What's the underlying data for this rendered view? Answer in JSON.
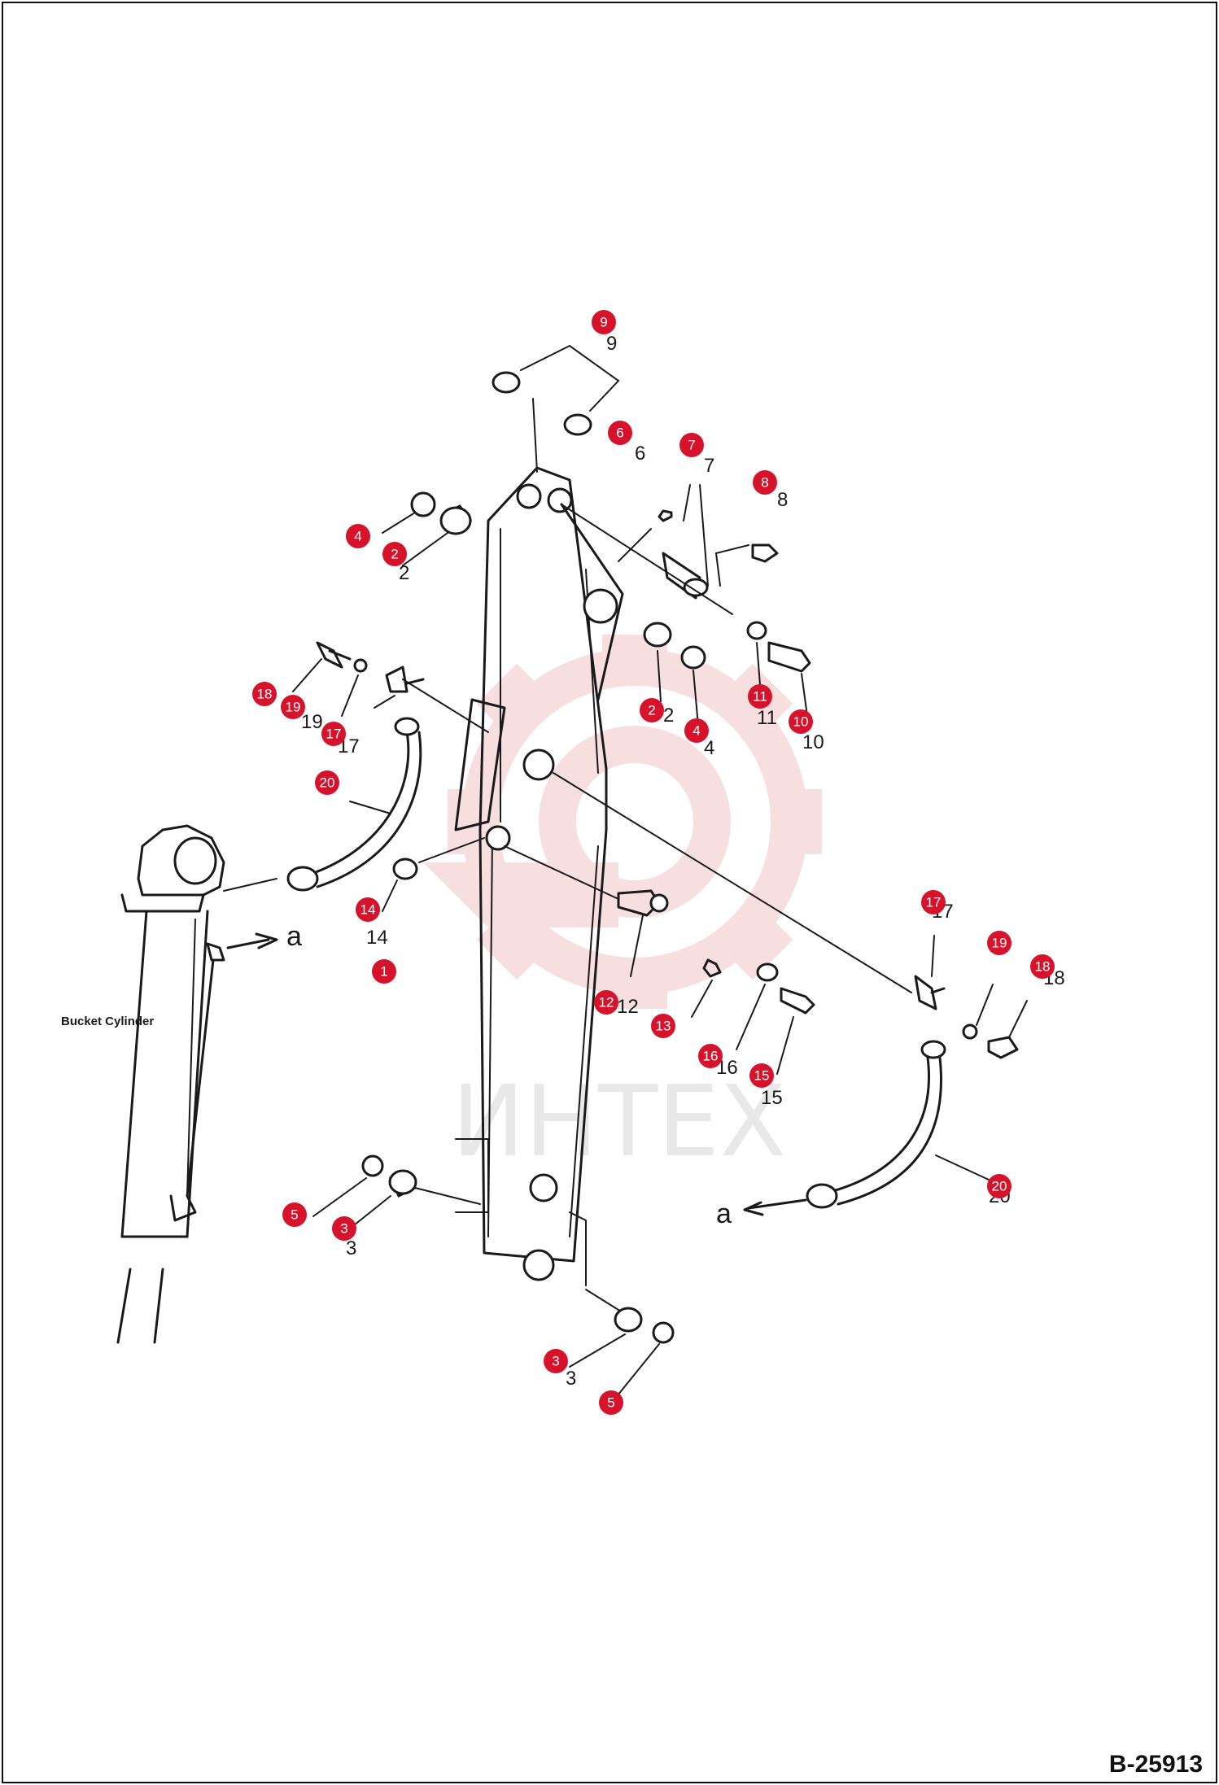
{
  "document": {
    "code": "B-25913"
  },
  "watermark": {
    "text": "ИНТЕХ",
    "color": "#f3c6c6"
  },
  "labels": {
    "bucket_cylinder": "Bucket Cylinder",
    "arrow_left": "a",
    "arrow_right": "a"
  },
  "badge_color": "#d7132b",
  "callouts": [
    {
      "id": "9",
      "printed": "9"
    },
    {
      "id": "6",
      "printed": "6"
    },
    {
      "id": "7",
      "printed": "7"
    },
    {
      "id": "8",
      "printed": "8"
    },
    {
      "id": "4a",
      "printed": "4",
      "label": "4"
    },
    {
      "id": "2a",
      "printed": "2",
      "label": "2"
    },
    {
      "id": "2b",
      "printed": "2",
      "label": "2"
    },
    {
      "id": "4b",
      "printed": "4",
      "label": "4"
    },
    {
      "id": "11",
      "printed": "11",
      "label": "11"
    },
    {
      "id": "10",
      "printed": "10",
      "label": "10"
    },
    {
      "id": "18a",
      "printed": "18",
      "label": "18"
    },
    {
      "id": "19a",
      "printed": "19",
      "label": "19"
    },
    {
      "id": "17a",
      "printed": "17",
      "label": "17"
    },
    {
      "id": "20a",
      "printed": "20",
      "label": "20"
    },
    {
      "id": "14",
      "printed": "14",
      "label": "14"
    },
    {
      "id": "1",
      "printed": "1",
      "label": "1"
    },
    {
      "id": "12",
      "printed": "12",
      "label": "12"
    },
    {
      "id": "13",
      "printed": "13",
      "label": "13"
    },
    {
      "id": "16",
      "printed": "16",
      "label": "16"
    },
    {
      "id": "15",
      "printed": "15",
      "label": "15"
    },
    {
      "id": "17b",
      "printed": "17",
      "label": "17"
    },
    {
      "id": "19b",
      "printed": "19",
      "label": "19"
    },
    {
      "id": "18b",
      "printed": "18",
      "label": "18"
    },
    {
      "id": "20b",
      "printed": "20",
      "label": "20"
    },
    {
      "id": "5a",
      "printed": "5",
      "label": "5"
    },
    {
      "id": "3a",
      "printed": "3",
      "label": "3"
    },
    {
      "id": "3b",
      "printed": "3",
      "label": "3"
    },
    {
      "id": "5b",
      "printed": "5",
      "label": "5"
    }
  ]
}
